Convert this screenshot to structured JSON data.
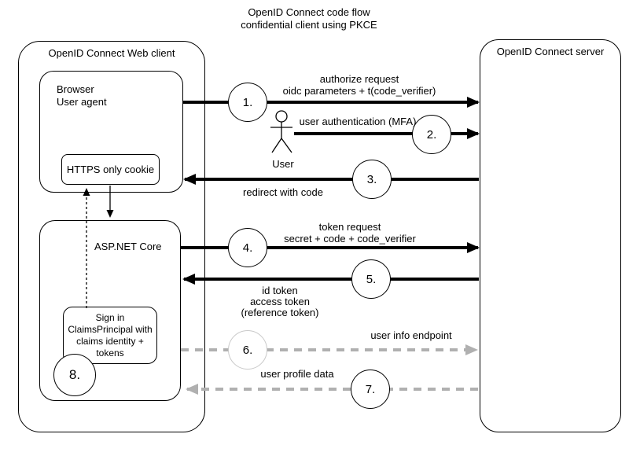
{
  "title": {
    "line1": "OpenID Connect code flow",
    "line2": "confidential client using PKCE"
  },
  "client": {
    "label": "OpenID Connect Web client",
    "browser": {
      "line1": "Browser",
      "line2": "User agent"
    },
    "cookie_label": "HTTPS only cookie",
    "aspnet_label": "ASP.NET Core",
    "signin": {
      "line1": "Sign in",
      "line2": "ClaimsPrincipal with",
      "line3": "claims identity +",
      "line4": "tokens"
    }
  },
  "server": {
    "label": "OpenID Connect server"
  },
  "actor": {
    "label": "User"
  },
  "steps": {
    "s1": {
      "num": "1.",
      "line1": "authorize request",
      "line2": "oidc parameters + t(code_verifier)"
    },
    "s2": {
      "num": "2.",
      "line1": "user authentication (MFA)"
    },
    "s3": {
      "num": "3.",
      "line1": "redirect with code"
    },
    "s4": {
      "num": "4.",
      "line1": "token request",
      "line2": "secret + code + code_verifier"
    },
    "s5": {
      "num": "5.",
      "line1": "id token",
      "line2": "access token",
      "line3": "(reference token)"
    },
    "s6": {
      "num": "6.",
      "line1": "user info endpoint"
    },
    "s7": {
      "num": "7.",
      "line1": "user profile data"
    },
    "s8": {
      "num": "8."
    }
  },
  "colors": {
    "line": "#000000",
    "dashed_gray": "#b0b0b0",
    "circle6_border": "#c9c9c9",
    "background": "#ffffff",
    "text": "#000000"
  }
}
